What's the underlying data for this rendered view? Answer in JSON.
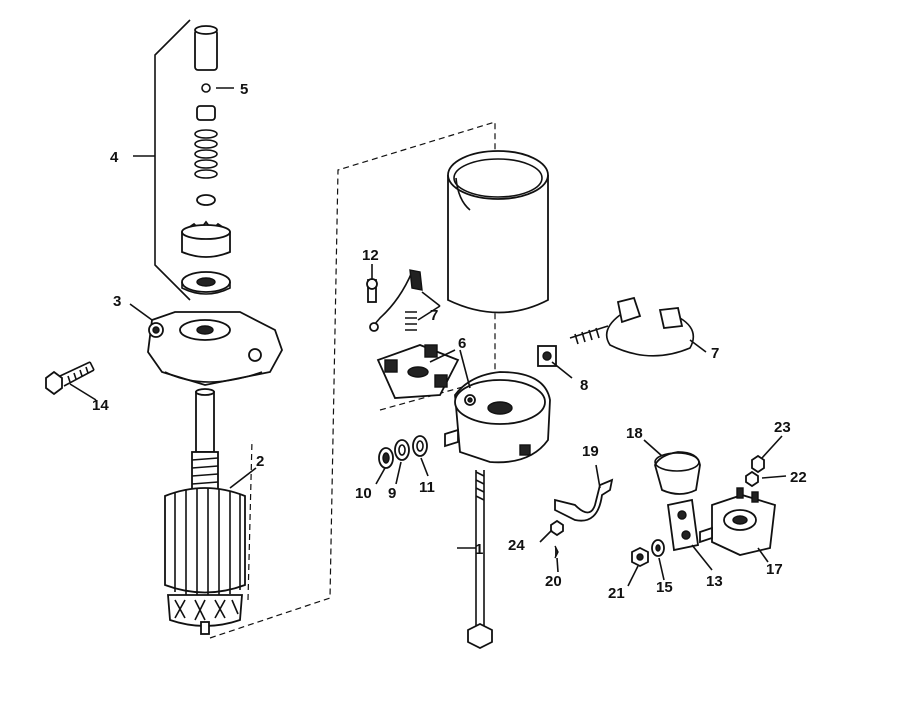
{
  "diagram": {
    "labels": [
      {
        "id": "c1",
        "text": "1"
      },
      {
        "id": "c2",
        "text": "2"
      },
      {
        "id": "c3",
        "text": "3"
      },
      {
        "id": "c4",
        "text": "4"
      },
      {
        "id": "c5",
        "text": "5"
      },
      {
        "id": "c6",
        "text": "6"
      },
      {
        "id": "c7a",
        "text": "7"
      },
      {
        "id": "c7b",
        "text": "7"
      },
      {
        "id": "c8",
        "text": "8"
      },
      {
        "id": "c9",
        "text": "9"
      },
      {
        "id": "c10",
        "text": "10"
      },
      {
        "id": "c11",
        "text": "11"
      },
      {
        "id": "c12",
        "text": "12"
      },
      {
        "id": "c13",
        "text": "13"
      },
      {
        "id": "c14",
        "text": "14"
      },
      {
        "id": "c15",
        "text": "15"
      },
      {
        "id": "c17",
        "text": "17"
      },
      {
        "id": "c18",
        "text": "18"
      },
      {
        "id": "c19",
        "text": "19"
      },
      {
        "id": "c20",
        "text": "20"
      },
      {
        "id": "c21",
        "text": "21"
      },
      {
        "id": "c22",
        "text": "22"
      },
      {
        "id": "c23",
        "text": "23"
      },
      {
        "id": "c24",
        "text": "24"
      }
    ]
  }
}
